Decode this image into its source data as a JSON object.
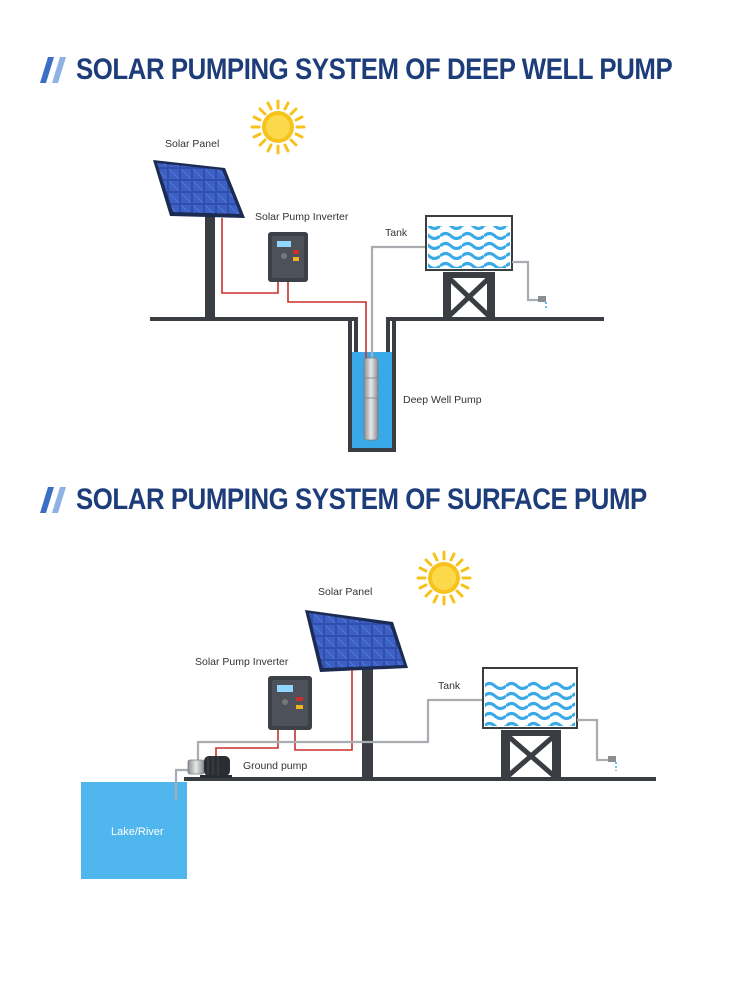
{
  "section1": {
    "title": "SOLAR PUMPING SYSTEM OF DEEP WELL PUMP",
    "labels": {
      "solar_panel": "Solar Panel",
      "inverter": "Solar Pump Inverter",
      "tank": "Tank",
      "pump": "Deep Well Pump"
    }
  },
  "section2": {
    "title": "SOLAR PUMPING SYSTEM OF SURFACE PUMP",
    "labels": {
      "solar_panel": "Solar Panel",
      "inverter": "Solar Pump Inverter",
      "tank": "Tank",
      "pump": "Ground pump",
      "water_source": "Lake/River"
    }
  },
  "colors": {
    "title": "#1d3d7a",
    "accent_slash": "#3b6fc4",
    "ground": "#3a3d42",
    "cable": "#c9302c",
    "pipe": "#a9acb0",
    "water": "#39a9e8",
    "lake": "#4fb6ee",
    "sun": "#f8c21c",
    "panel": "#2d4aa8"
  }
}
